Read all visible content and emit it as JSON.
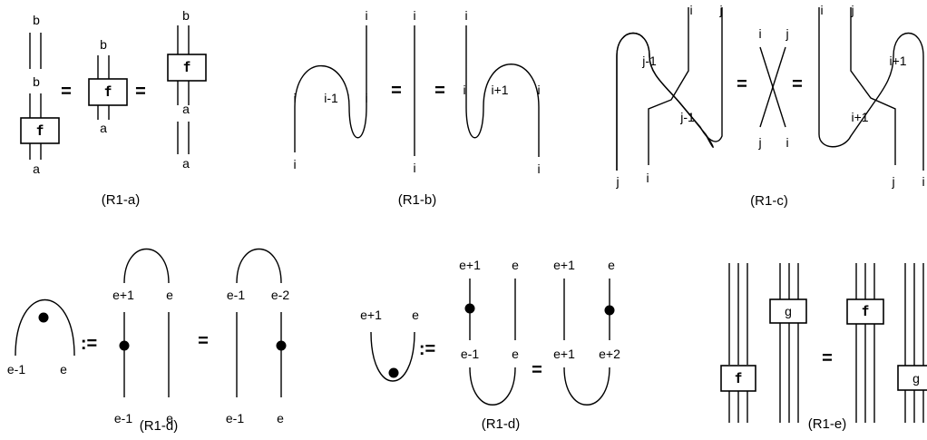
{
  "captions": {
    "r1a": "(R1-a)",
    "r1b": "(R1-b)",
    "r1c": "(R1-c)",
    "r1d1": "(R1-d)",
    "r1d2": "(R1-d)",
    "r1e": "(R1-e)"
  },
  "symbols": {
    "equals": "=",
    "define": ":="
  },
  "boxes": {
    "f": "f",
    "g": "g"
  },
  "labels": {
    "a": "a",
    "b": "b",
    "i": "i",
    "j": "j",
    "i_minus_1": "i-1",
    "i_plus_1": "i+1",
    "j_minus_1": "j-1",
    "e": "e",
    "e_minus_1": "e-1",
    "e_plus_1": "e+1",
    "e_minus_2": "e-2",
    "e_plus_2": "e+2"
  }
}
